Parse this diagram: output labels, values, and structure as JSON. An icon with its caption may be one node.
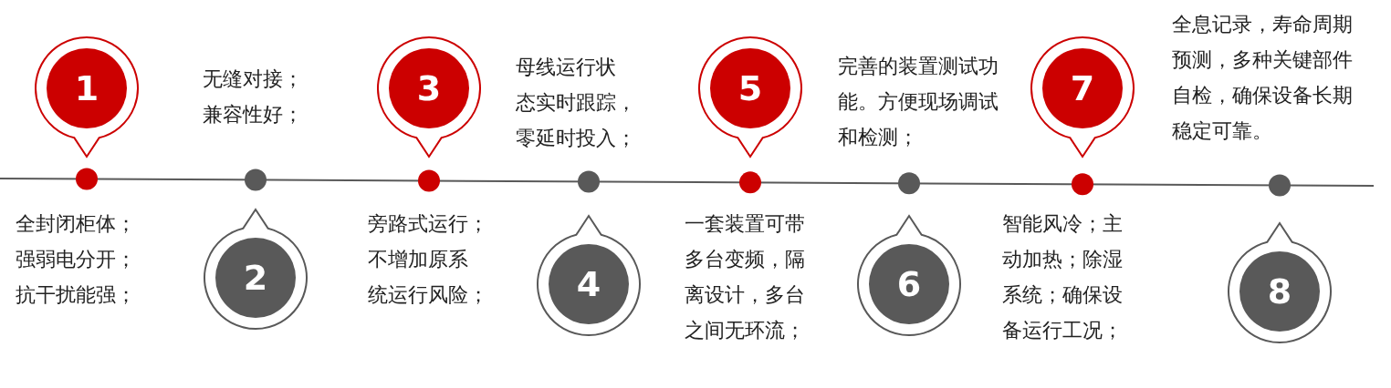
{
  "diagram": {
    "nodes": [
      {
        "text": [
          "1"
        ],
        "beside": [
          "全封闭柜体；强弱电分开；抗干扰能强；"
        ]
      },
      {
        "text": [
          "2"
        ]
      },
      {
        "text": [
          "3"
        ],
        "beside": [
          "旁路式运行；不增加原系统运行风险；"
        ]
      },
      {
        "text": [
          "4"
        ]
      },
      {
        "text": [
          "5"
        ],
        "beside": [
          "一套装置可带多台变频，隔离设计，多台之间无环流；"
        ]
      },
      {
        "text": [
          "6"
        ]
      },
      {
        "text": [
          "7"
        ],
        "beside": [
          "智能风冷；主动加热；除湿系统；确保设备运行工况；"
        ]
      },
      {
        "text": [
          "8"
        ]
      }
    ],
    "labels": [
      "无缝对接；兼容性好；",
      "母线运行状态实时跟踪，零延时投入；",
      "完善的装置测试功能。方便现场调试和检测；",
      "全息记录，寿命周期预测，多种关键部件自检，确保设备长期稳定可靠。"
    ]
  }
}
